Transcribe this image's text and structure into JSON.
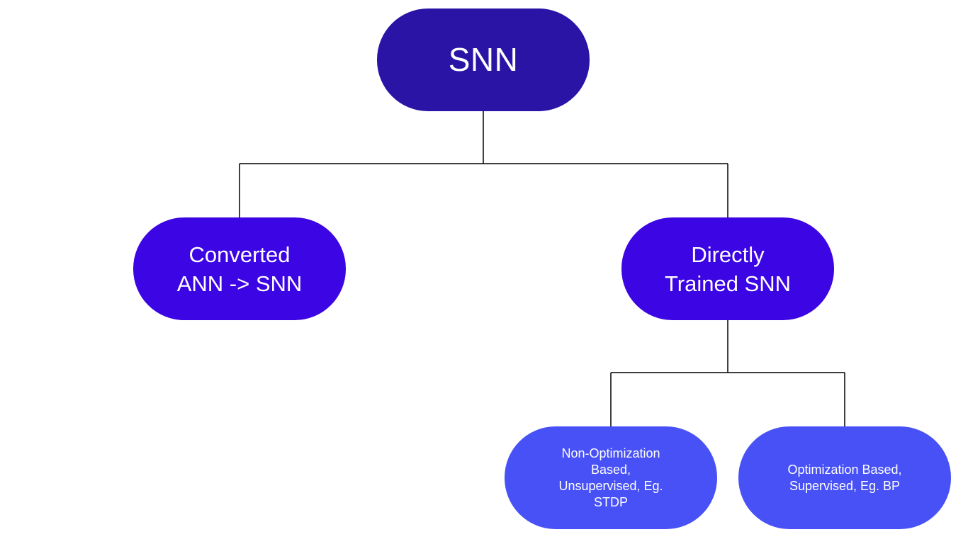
{
  "diagram": {
    "root": {
      "label": "SNN"
    },
    "converted": {
      "label": "Converted\nANN -> SNN"
    },
    "direct": {
      "label": "Directly\nTrained SNN"
    },
    "non_optimization": {
      "label": "Non-Optimization\nBased,\nUnsupervised, Eg.\nSTDP"
    },
    "optimization": {
      "label": "Optimization Based,\nSupervised, Eg. BP"
    }
  },
  "colors": {
    "root_fill": "#2a14a6",
    "level2_fill": "#3c05e3",
    "level3_fill": "#4751f6",
    "connector": "#000000",
    "text": "#ffffff"
  }
}
